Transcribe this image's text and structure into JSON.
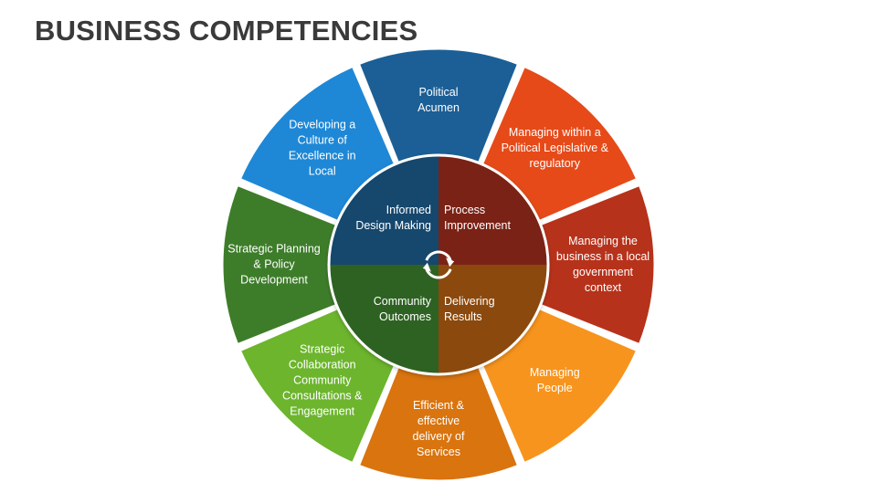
{
  "title": "BUSINESS COMPETENCIES",
  "outer_segments": [
    {
      "name": "political-acumen",
      "lines": [
        "Political",
        "Acumen"
      ],
      "color": "#1B5F96"
    },
    {
      "name": "managing-within-political-legislative",
      "lines": [
        "Managing within a",
        "Political Legislative &",
        "regulatory"
      ],
      "color": "#E64A19"
    },
    {
      "name": "managing-business-local-government",
      "lines": [
        "Managing the",
        "business in a local",
        "government",
        "context"
      ],
      "color": "#B7321B"
    },
    {
      "name": "managing-people",
      "lines": [
        "Managing",
        "People"
      ],
      "color": "#F7941D"
    },
    {
      "name": "efficient-effective-delivery",
      "lines": [
        "Efficient &",
        "effective",
        "delivery of",
        "Services"
      ],
      "color": "#D9740F"
    },
    {
      "name": "strategic-collaboration",
      "lines": [
        "Strategic",
        "Collaboration",
        "Community",
        "Consultations &",
        "Engagement"
      ],
      "color": "#6CB52D"
    },
    {
      "name": "strategic-planning-policy",
      "lines": [
        "Strategic Planning",
        "& Policy",
        "Development"
      ],
      "color": "#3D7D2A"
    },
    {
      "name": "developing-culture-excellence",
      "lines": [
        "Developing a",
        "Culture of",
        "Excellence in",
        "Local"
      ],
      "color": "#1E88D6"
    }
  ],
  "inner_quadrants": [
    {
      "name": "informed-design-making",
      "lines": [
        "Informed",
        "Design Making"
      ],
      "color": "#14476D"
    },
    {
      "name": "process-improvement",
      "lines": [
        "Process",
        "Improvement"
      ],
      "color": "#7A2214"
    },
    {
      "name": "delivering-results",
      "lines": [
        "Delivering",
        "Results"
      ],
      "color": "#8B4A0A"
    },
    {
      "name": "community-outcomes",
      "lines": [
        "Community",
        "Outcomes"
      ],
      "color": "#2F6224"
    }
  ],
  "icons": {
    "center": "cycle-arrows-icon"
  }
}
